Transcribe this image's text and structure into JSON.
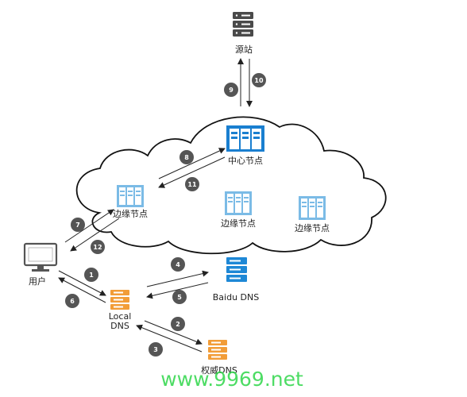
{
  "nodes": {
    "origin": "源站",
    "center": "中心节点",
    "edge_left": "边缘节点",
    "edge_mid": "边缘节点",
    "edge_right": "边缘节点",
    "user": "用户",
    "local_dns_line1": "Local",
    "local_dns_line2": "DNS",
    "baidu_dns": "Baidu DNS",
    "auth_dns": "权威DNS"
  },
  "steps": [
    "1",
    "2",
    "3",
    "4",
    "5",
    "6",
    "7",
    "8",
    "9",
    "10",
    "11",
    "12"
  ],
  "colors": {
    "cloud_stroke": "#111111",
    "arrow": "#222222",
    "badge": "#555555",
    "origin_server": "#4a4a4a",
    "center_server": "#1a7fd0",
    "edge_server": "#7bbbe6",
    "dns_server": "#f29d38",
    "baidu_dns": "#1e88d6",
    "watermark": "#2fd64a"
  },
  "watermark": "www.9969.net"
}
